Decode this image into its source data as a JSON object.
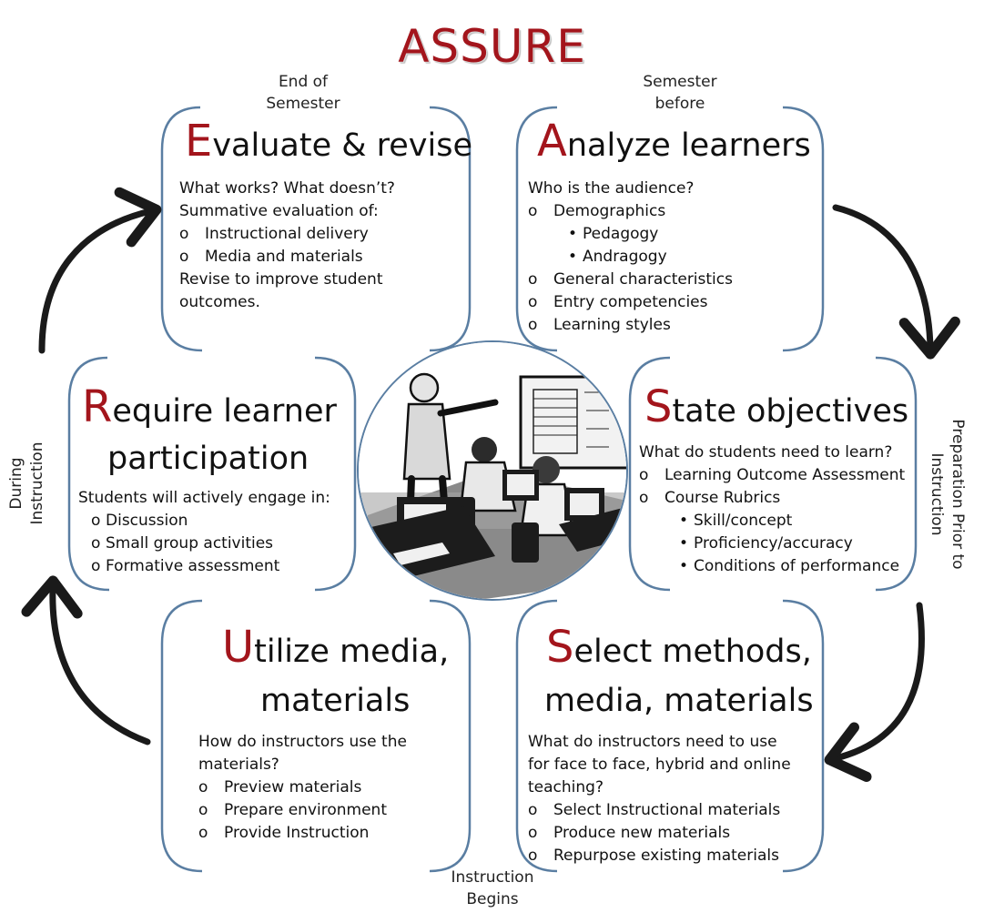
{
  "title": "ASSURE",
  "notes": {
    "end_of_semester": "End of Semester",
    "semester_before": "Semester before",
    "preparation": "Preparation Prior to Instruction",
    "during_instruction": "During Instruction",
    "instruction_begins": "Instruction Begins"
  },
  "evaluate": {
    "letter": "E",
    "title_rest": "valuate & revise",
    "lines": [
      "What works?  What doesn’t?",
      "Summative evaluation of:"
    ],
    "bullets": [
      "Instructional delivery",
      "Media and materials"
    ],
    "footer": "Revise to improve student outcomes."
  },
  "analyze": {
    "letter": "A",
    "title_rest": "nalyze learners",
    "question": "Who is the audience?",
    "bullet1": "Demographics",
    "sub": [
      "Pedagogy",
      "Andragogy"
    ],
    "bullets": [
      "General characteristics",
      "Entry competencies",
      "Learning styles"
    ]
  },
  "require": {
    "letter": "R",
    "title_rest_1": "equire learner",
    "title_line_2": "participation",
    "question": "Students will actively engage in:",
    "bullets": [
      "Discussion",
      "Small group activities",
      "Formative assessment"
    ]
  },
  "state": {
    "letter": "S",
    "title_rest": "tate objectives",
    "question": "What do students need to learn?",
    "bullets": [
      "Learning Outcome Assessment",
      "Course Rubrics"
    ],
    "sub": [
      "Skill/concept",
      "Proficiency/accuracy",
      "Conditions of performance"
    ]
  },
  "utilize": {
    "letter": "U",
    "title_rest_1": "tilize media,",
    "title_line_2": "materials",
    "question": "How do instructors use the materials?",
    "bullets": [
      "Preview materials",
      "Prepare environment",
      "Provide Instruction"
    ]
  },
  "select": {
    "letter": "S",
    "title_rest_1": "elect methods,",
    "title_line_2": "media, materials",
    "question": "What do instructors need to use for face to face, hybrid and online teaching?",
    "bullets": [
      "Select Instructional materials",
      "Produce new materials",
      "Repurpose existing materials"
    ]
  },
  "markers": {
    "circle": "o",
    "dot": "•"
  },
  "colors": {
    "accent": "#a3151c",
    "frame": "#5a7ea2",
    "arrow": "#1a1a1a"
  },
  "icons": {
    "center": "classroom-illustration"
  }
}
